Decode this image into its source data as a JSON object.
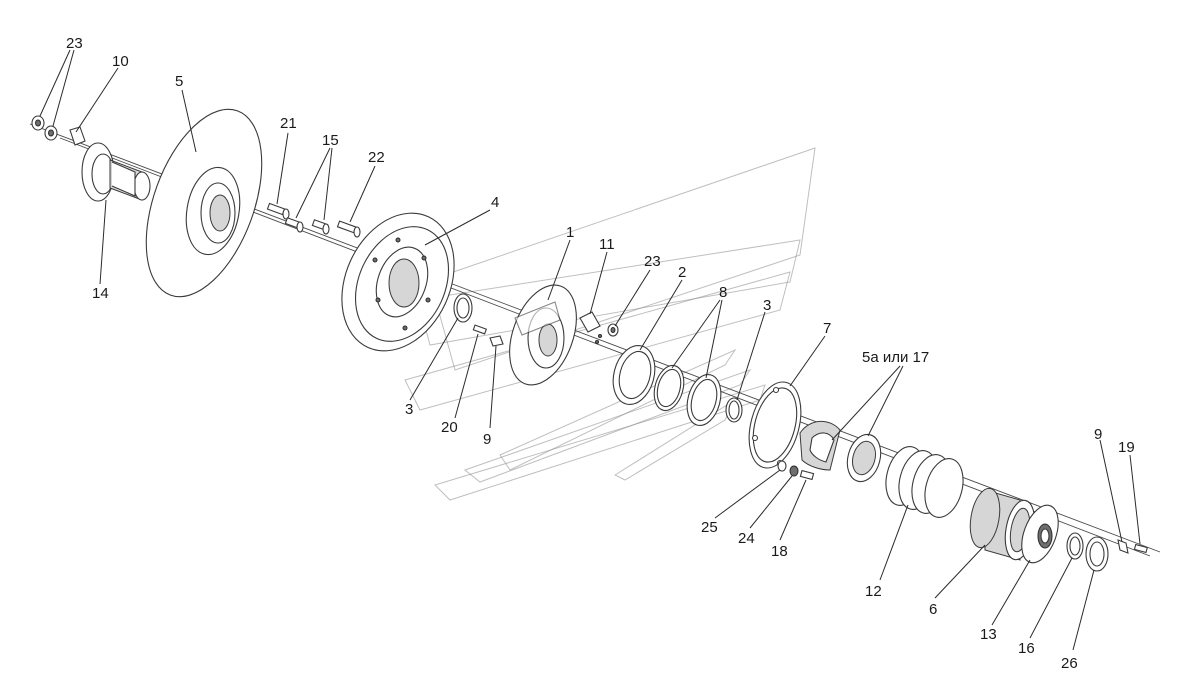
{
  "diagram": {
    "callouts": {
      "c23a": "23",
      "c10": "10",
      "c5": "5",
      "c14": "14",
      "c21": "21",
      "c15": "15",
      "c22": "22",
      "c4": "4",
      "c1": "1",
      "c11": "11",
      "c23b": "23",
      "c2": "2",
      "c8": "8",
      "c3a": "3",
      "c7": "7",
      "c5a17": "5а или 17",
      "c3b": "3",
      "c20": "20",
      "c9a": "9",
      "c9b": "9",
      "c19": "19",
      "c25": "25",
      "c24": "24",
      "c18": "18",
      "c12": "12",
      "c6": "6",
      "c13": "13",
      "c16": "16",
      "c26": "26"
    }
  }
}
